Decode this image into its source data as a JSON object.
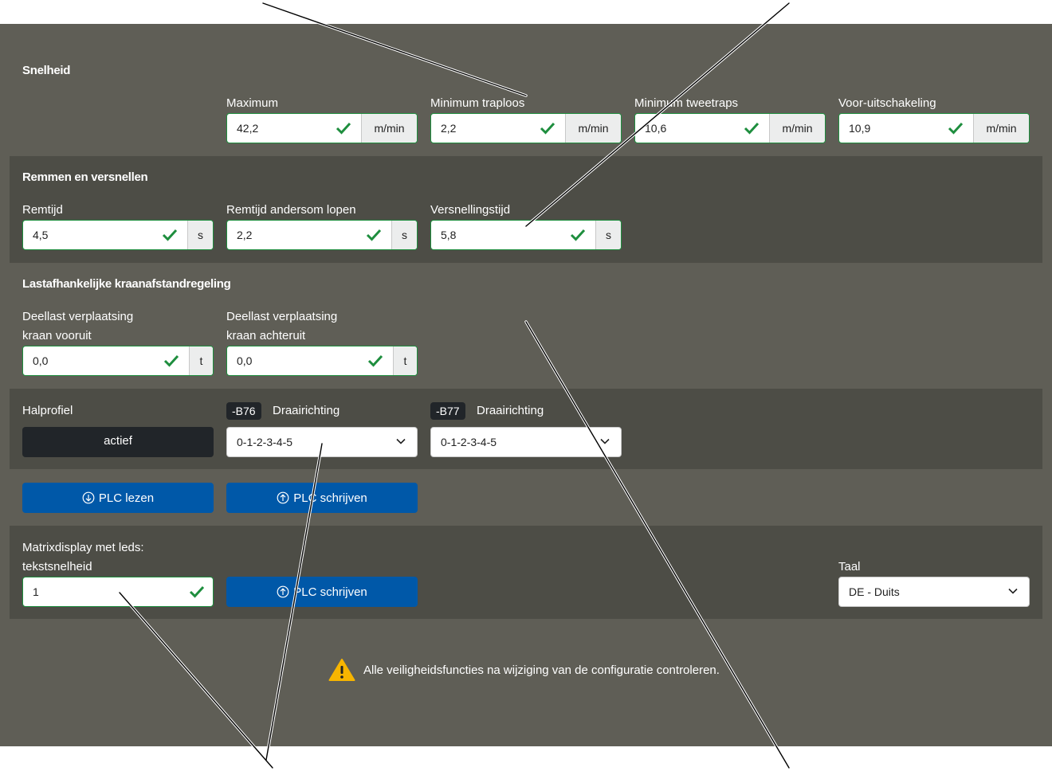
{
  "speed": {
    "title": "Snelheid",
    "fields": [
      {
        "label": "Maximum",
        "value": "42,2",
        "unit": "m/min"
      },
      {
        "label": "Minimum traploos",
        "value": "2,2",
        "unit": "m/min"
      },
      {
        "label": "Minimum tweetraps",
        "value": "10,6",
        "unit": "m/min"
      },
      {
        "label": "Voor-uitschakeling",
        "value": "10,9",
        "unit": "m/min"
      }
    ]
  },
  "braking": {
    "title": "Remmen en versnellen",
    "fields": [
      {
        "label": "Remtijd",
        "value": "4,5",
        "unit": "s"
      },
      {
        "label": "Remtijd andersom lopen",
        "value": "2,2",
        "unit": "s"
      },
      {
        "label": "Versnellingstijd",
        "value": "5,8",
        "unit": "s"
      }
    ]
  },
  "load": {
    "title": "Lastafhankelijke kraanafstandregeling",
    "fields": [
      {
        "label_line1": "Deellast verplaatsing",
        "label_line2": "kraan vooruit",
        "value": "0,0",
        "unit": "t"
      },
      {
        "label_line1": "Deellast verplaatsing",
        "label_line2": "kraan achteruit",
        "value": "0,0",
        "unit": "t"
      }
    ]
  },
  "hall": {
    "label": "Halprofiel",
    "toggle_label": "actief",
    "b76": {
      "badge": "-B76",
      "label": "Draairichting",
      "selected": "0-1-2-3-4-5"
    },
    "b77": {
      "badge": "-B77",
      "label": "Draairichting",
      "selected": "0-1-2-3-4-5"
    }
  },
  "plc": {
    "read_label": "PLC lezen",
    "write_label": "PLC schrijven"
  },
  "matrix": {
    "label_line1": "Matrixdisplay met leds:",
    "label_line2": "tekstsnelheid",
    "value": "1",
    "write_label": "PLC schrijven",
    "language_label": "Taal",
    "language_selected": "DE - Duits"
  },
  "warning": {
    "text": "Alle veiligheidsfuncties na wijziging van de configuratie controleren."
  },
  "colors": {
    "panel": "#5f5e56",
    "band": "#4d4d46",
    "valid": "#1e8e3e",
    "primary": "#0058a8",
    "dark": "#212529",
    "warning": "#f7b500"
  }
}
